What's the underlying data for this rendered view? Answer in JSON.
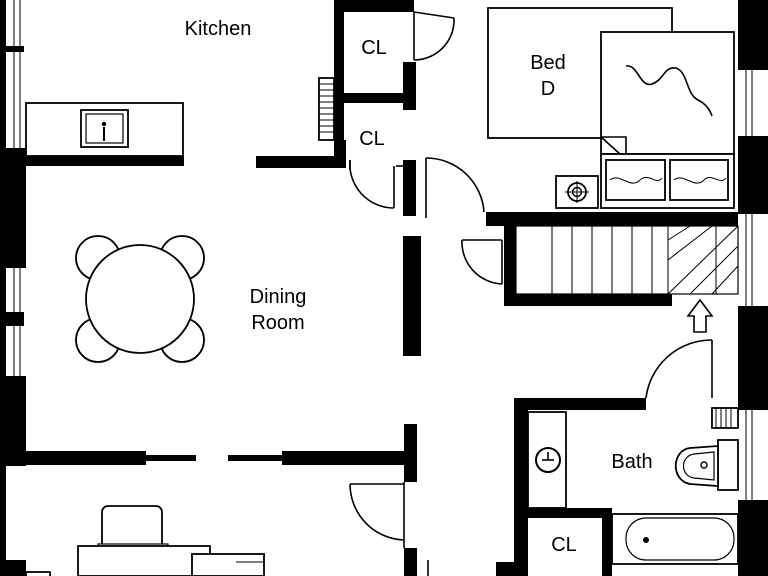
{
  "rooms": {
    "kitchen": "Kitchen",
    "closet_1": "CL",
    "closet_2": "CL",
    "bed_line1": "Bed",
    "bed_line2": "D",
    "dining_line1": "Dining",
    "dining_line2": "Room",
    "bath": "Bath",
    "closet_3": "CL"
  },
  "colors": {
    "wall": "#000000",
    "background": "#ffffff"
  },
  "icons": [
    "sink-icon",
    "dining-table-icon",
    "bed-icon",
    "pillow-icon",
    "nightstand-icon",
    "toilet-icon",
    "bathtub-icon",
    "radiator-icon",
    "stair-direction-arrow-icon",
    "desk-chair-icon"
  ]
}
